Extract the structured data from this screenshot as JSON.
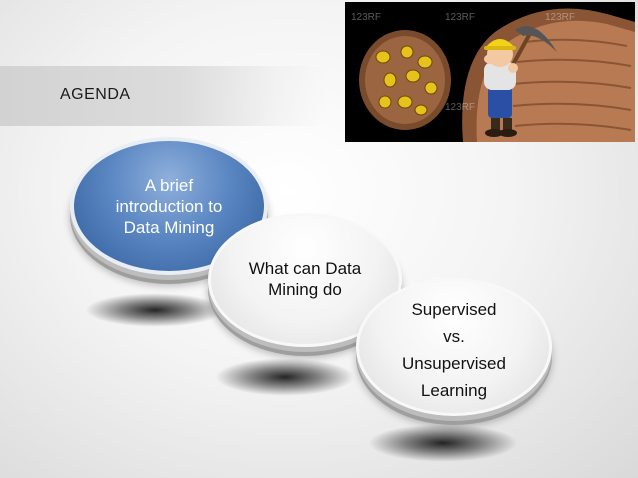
{
  "slide": {
    "title": "AGENDA"
  },
  "items": [
    {
      "label": "A brief introduction to Data Mining",
      "lines": [
        "A brief",
        "introduction to",
        "Data Mining"
      ],
      "highlighted": true
    },
    {
      "label": "What can Data Mining do",
      "lines": [
        "What can Data",
        "Mining do"
      ],
      "highlighted": false
    },
    {
      "label": "Supervised vs. Unsupervised Learning",
      "lines": [
        "Supervised",
        "vs.",
        "Unsupervised",
        "Learning"
      ],
      "highlighted": false
    }
  ],
  "image": {
    "watermark": "123RF"
  },
  "colors": {
    "highlight_disc": "#4f7cbd",
    "plain_disc": "#f2f2f2",
    "photo_background": "#000000",
    "cave_wall": "#b77a52",
    "gold_nugget": "#e8c21c"
  }
}
